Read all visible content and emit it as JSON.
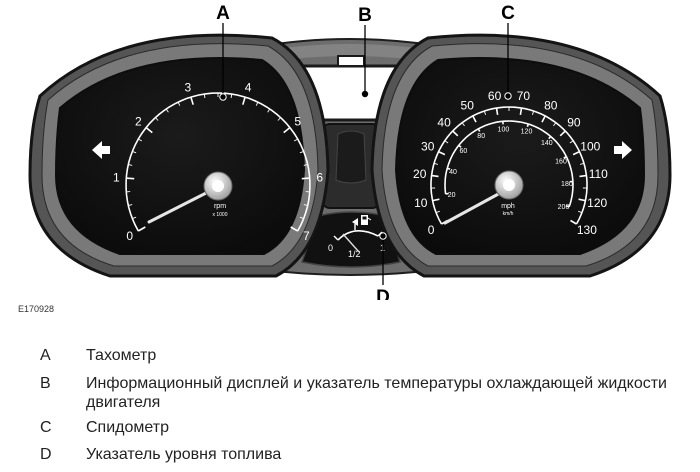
{
  "figure_id": "E170928",
  "callouts": {
    "a": "A",
    "b": "B",
    "c": "C",
    "d": "D"
  },
  "tachometer": {
    "ticks": [
      "0",
      "1",
      "2",
      "3",
      "4",
      "5",
      "6",
      "7"
    ],
    "unit": "rpm",
    "unit_sub": "x 1000"
  },
  "speedometer": {
    "ticks": [
      "0",
      "10",
      "20",
      "30",
      "40",
      "50",
      "60",
      "70",
      "80",
      "90",
      "100",
      "110",
      "120",
      "130"
    ],
    "inner_ticks": [
      "20",
      "40",
      "60",
      "80",
      "100",
      "120",
      "140",
      "160",
      "180",
      "200"
    ],
    "unit": "mph",
    "unit_sub": "km/h"
  },
  "fuel_gauge": {
    "empty": "0",
    "half": "1/2",
    "full": "1"
  },
  "legend": [
    {
      "letter": "A",
      "text": "Тахометр"
    },
    {
      "letter": "B",
      "text": "Информационный дисплей и указатель температуры охлаждающей жидкости двигателя"
    },
    {
      "letter": "C",
      "text": "Спидометр"
    },
    {
      "letter": "D",
      "text": "Указатель уровня топлива"
    }
  ]
}
